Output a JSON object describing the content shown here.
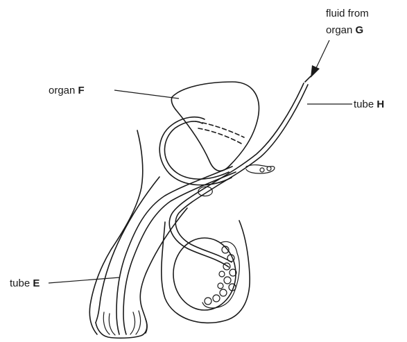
{
  "labels": {
    "organ_f": {
      "text": "organ ",
      "letter": "F"
    },
    "fluid": {
      "line1": "fluid from",
      "line2": "organ ",
      "letter": "G"
    },
    "tube_h": {
      "text": "tube ",
      "letter": "H"
    },
    "tube_e": {
      "text": "tube ",
      "letter": "E"
    }
  },
  "colors": {
    "ink": "#1a1a1a",
    "background": "#ffffff"
  }
}
